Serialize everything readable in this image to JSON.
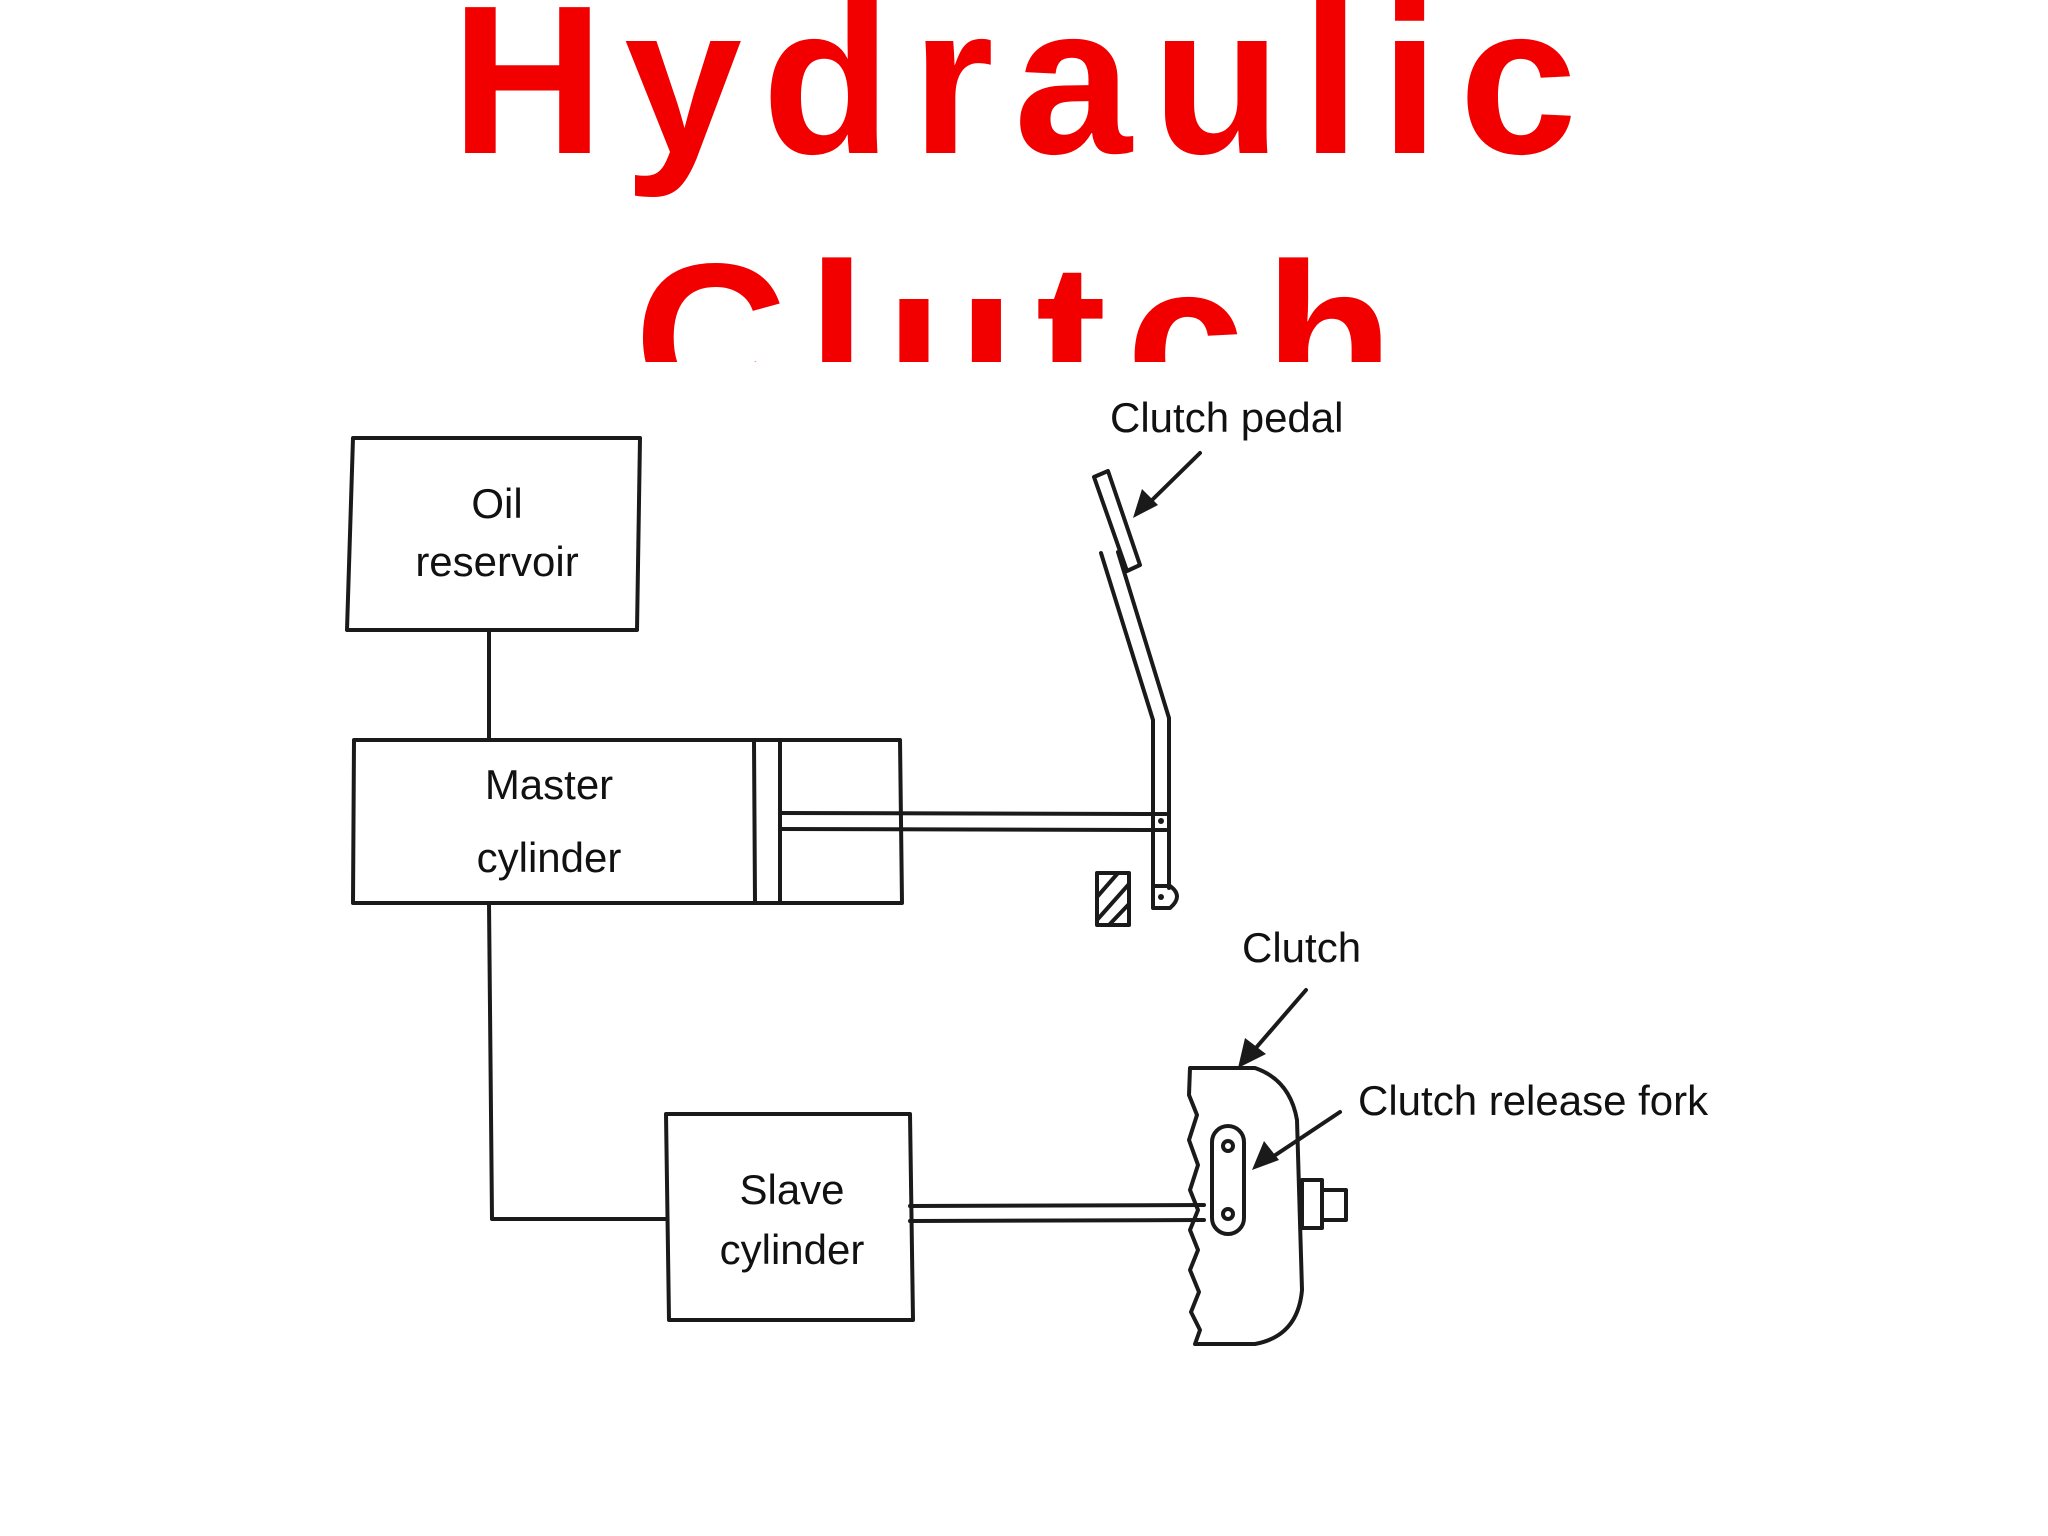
{
  "title": {
    "line1": "Hydraulic",
    "line2": "Clutch"
  },
  "labels": {
    "oil_reservoir_line1": "Oil",
    "oil_reservoir_line2": "reservoir",
    "master_cylinder_line1": "Master",
    "master_cylinder_line2": "cylinder",
    "slave_cylinder_line1": "Slave",
    "slave_cylinder_line2": "cylinder",
    "clutch_pedal": "Clutch pedal",
    "clutch": "Clutch",
    "clutch_release_fork": "Clutch release fork"
  },
  "colors": {
    "title": "#f20000",
    "line": "#1a1a1a",
    "background": "#ffffff"
  }
}
